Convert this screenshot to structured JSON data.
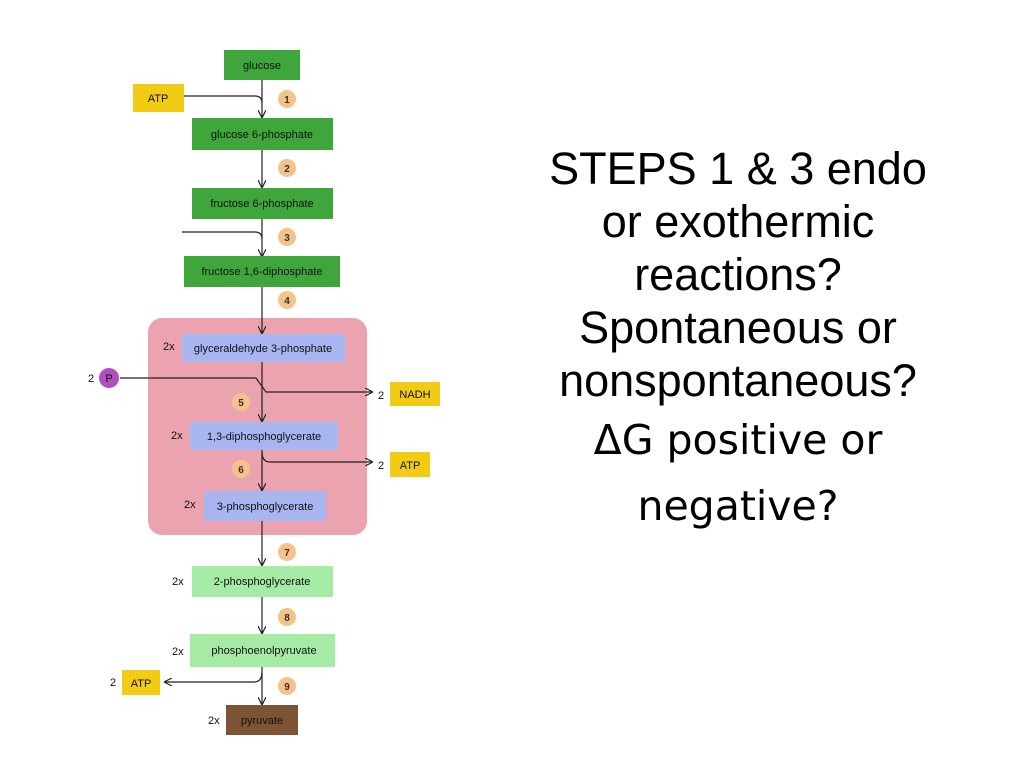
{
  "colors": {
    "dark_green": "#3ea63a",
    "light_green": "#a5eaa5",
    "blue": "#a9b5f0",
    "yellow": "#f2cc14",
    "pink": "#eba3b0",
    "brown": "#7d5434",
    "step_circle": "#f5c28c",
    "phosphate": "#b04fc0"
  },
  "pathway": {
    "glucose": "glucose",
    "g6p": "glucose 6-phosphate",
    "f6p": "fructose 6-phosphate",
    "f16dp": "fructose 1,6-diphosphate",
    "g3p": "glyceraldehyde 3-phosphate",
    "bpg": "1,3-diphosphoglycerate",
    "pg3": "3-phosphoglycerate",
    "pg2": "2-phosphoglycerate",
    "pep": "phosphoenolpyruvate",
    "pyruvate": "pyruvate"
  },
  "multipliers": {
    "two_x": "2x",
    "two": "2"
  },
  "side": {
    "atp": "ATP",
    "nadh": "NADH",
    "phosphate": "P"
  },
  "steps": [
    "1",
    "2",
    "3",
    "4",
    "5",
    "6",
    "7",
    "8",
    "9"
  ],
  "question": {
    "line1": "STEPS 1 & 3 endo",
    "line2": "or exothermic",
    "line3": "reactions?",
    "line4": "Spontaneous or",
    "line5": "nonspontaneous?",
    "line6": "ΔG positive or",
    "line7": "negative?"
  }
}
